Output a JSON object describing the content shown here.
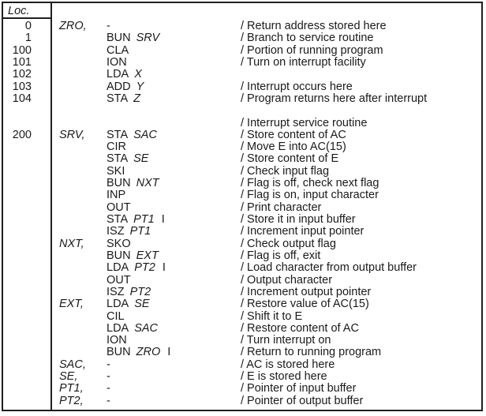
{
  "header": {
    "loc_label": "Loc."
  },
  "notation": {
    "indirect_symbol": "I",
    "comment_prefix": "/"
  },
  "colors": {
    "text": "#1a1a1a",
    "border": "#1f1f1f",
    "background": "#ffffff"
  },
  "rows": [
    {
      "loc": "0",
      "label": "ZRO,",
      "mnemonic": "-",
      "operand": "",
      "indirect": false,
      "comment": "/ Return address stored here"
    },
    {
      "loc": "1",
      "label": "",
      "mnemonic": "BUN",
      "operand": "SRV",
      "indirect": false,
      "comment": "/ Branch to service routine"
    },
    {
      "loc": "100",
      "label": "",
      "mnemonic": "CLA",
      "operand": "",
      "indirect": false,
      "comment": "/ Portion of running program"
    },
    {
      "loc": "101",
      "label": "",
      "mnemonic": "ION",
      "operand": "",
      "indirect": false,
      "comment": "/ Turn on interrupt facility"
    },
    {
      "loc": "102",
      "label": "",
      "mnemonic": "LDA",
      "operand": "X",
      "indirect": false,
      "comment": ""
    },
    {
      "loc": "103",
      "label": "",
      "mnemonic": "ADD",
      "operand": "Y",
      "indirect": false,
      "comment": "/ Interrupt occurs here"
    },
    {
      "loc": "104",
      "label": "",
      "mnemonic": "STA",
      "operand": "Z",
      "indirect": false,
      "comment": "/ Program returns here after interrupt"
    },
    {
      "loc": "",
      "label": "",
      "mnemonic": "",
      "operand": "",
      "indirect": false,
      "comment": ""
    },
    {
      "loc": "",
      "label": "",
      "mnemonic": "",
      "operand": "",
      "indirect": false,
      "comment": "/ Interrupt service routine"
    },
    {
      "loc": "200",
      "label": "SRV,",
      "mnemonic": "STA",
      "operand": "SAC",
      "indirect": false,
      "comment": "/ Store content of AC"
    },
    {
      "loc": "",
      "label": "",
      "mnemonic": "CIR",
      "operand": "",
      "indirect": false,
      "comment": "/ Move E into AC(15)"
    },
    {
      "loc": "",
      "label": "",
      "mnemonic": "STA",
      "operand": "SE",
      "indirect": false,
      "comment": "/ Store content of E"
    },
    {
      "loc": "",
      "label": "",
      "mnemonic": "SKI",
      "operand": "",
      "indirect": false,
      "comment": "/ Check input flag"
    },
    {
      "loc": "",
      "label": "",
      "mnemonic": "BUN",
      "operand": "NXT",
      "indirect": false,
      "comment": "/ Flag is off, check next flag"
    },
    {
      "loc": "",
      "label": "",
      "mnemonic": "INP",
      "operand": "",
      "indirect": false,
      "comment": "/ Flag is on, input character"
    },
    {
      "loc": "",
      "label": "",
      "mnemonic": "OUT",
      "operand": "",
      "indirect": false,
      "comment": "/ Print character"
    },
    {
      "loc": "",
      "label": "",
      "mnemonic": "STA",
      "operand": "PT1",
      "indirect": true,
      "comment": "/ Store it in input buffer"
    },
    {
      "loc": "",
      "label": "",
      "mnemonic": "ISZ",
      "operand": "PT1",
      "indirect": false,
      "comment": "/ Increment input pointer"
    },
    {
      "loc": "",
      "label": "NXT,",
      "mnemonic": "SKO",
      "operand": "",
      "indirect": false,
      "comment": "/ Check output flag"
    },
    {
      "loc": "",
      "label": "",
      "mnemonic": "BUN",
      "operand": "EXT",
      "indirect": false,
      "comment": "/ Flag is off, exit"
    },
    {
      "loc": "",
      "label": "",
      "mnemonic": "LDA",
      "operand": "PT2",
      "indirect": true,
      "comment": "/ Load character from output buffer"
    },
    {
      "loc": "",
      "label": "",
      "mnemonic": "OUT",
      "operand": "",
      "indirect": false,
      "comment": "/ Output character"
    },
    {
      "loc": "",
      "label": "",
      "mnemonic": "ISZ",
      "operand": "PT2",
      "indirect": false,
      "comment": "/ Increment output pointer"
    },
    {
      "loc": "",
      "label": "EXT,",
      "mnemonic": "LDA",
      "operand": "SE",
      "indirect": false,
      "comment": "/ Restore value of AC(15)"
    },
    {
      "loc": "",
      "label": "",
      "mnemonic": "CIL",
      "operand": "",
      "indirect": false,
      "comment": "/ Shift it to E"
    },
    {
      "loc": "",
      "label": "",
      "mnemonic": "LDA",
      "operand": "SAC",
      "indirect": false,
      "comment": "/ Restore content of AC"
    },
    {
      "loc": "",
      "label": "",
      "mnemonic": "ION",
      "operand": "",
      "indirect": false,
      "comment": "/ Turn interrupt on"
    },
    {
      "loc": "",
      "label": "",
      "mnemonic": "BUN",
      "operand": "ZRO",
      "indirect": true,
      "comment": "/ Return to running program"
    },
    {
      "loc": "",
      "label": "SAC,",
      "mnemonic": "-",
      "operand": "",
      "indirect": false,
      "comment": "/ AC is stored here"
    },
    {
      "loc": "",
      "label": "SE,",
      "mnemonic": "-",
      "operand": "",
      "indirect": false,
      "comment": "/ E is stored here"
    },
    {
      "loc": "",
      "label": "PT1,",
      "mnemonic": "-",
      "operand": "",
      "indirect": false,
      "comment": "/ Pointer of input buffer"
    },
    {
      "loc": "",
      "label": "PT2,",
      "mnemonic": "-",
      "operand": "",
      "indirect": false,
      "comment": "/ Pointer of output buffer"
    }
  ]
}
